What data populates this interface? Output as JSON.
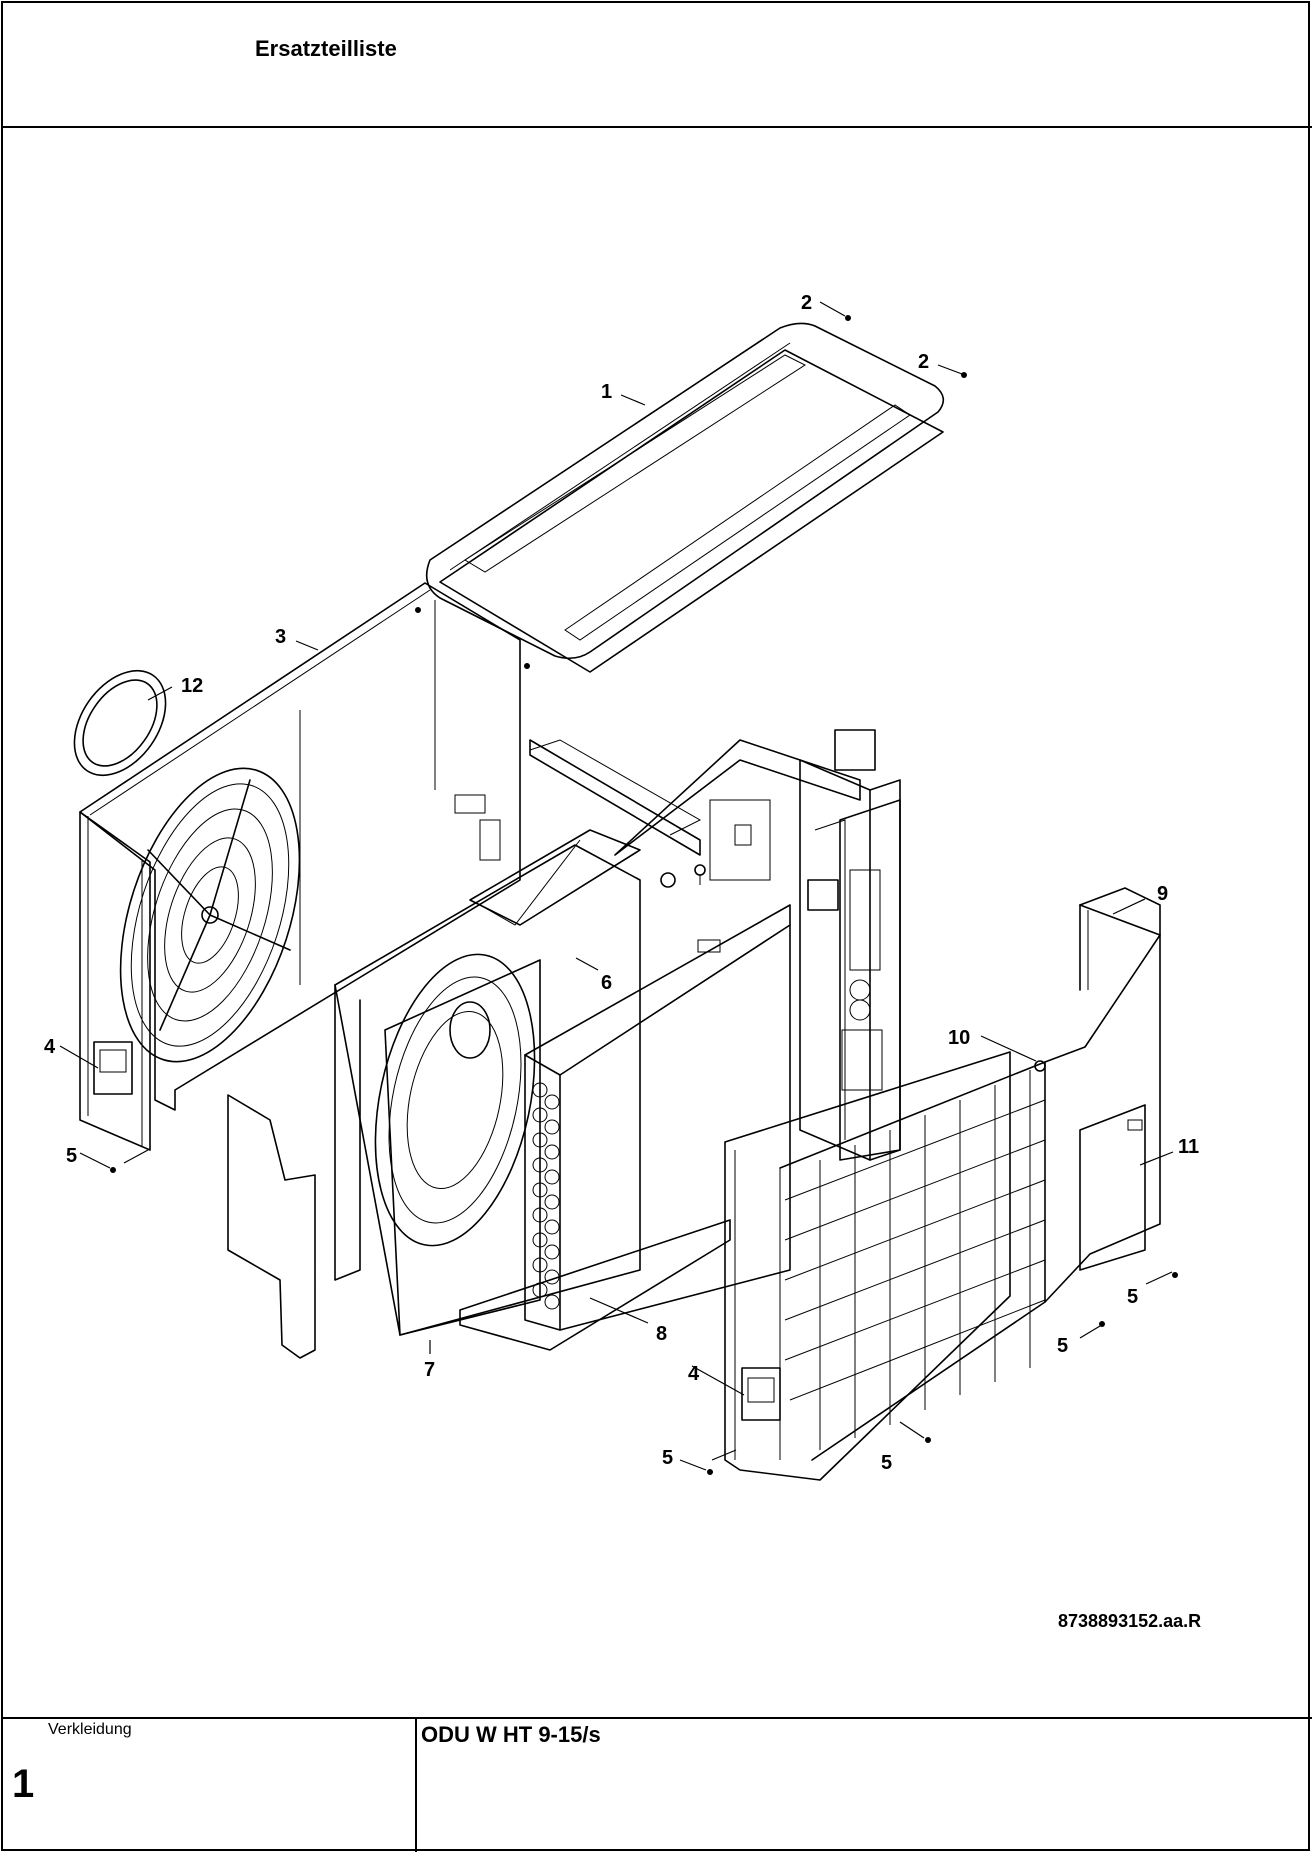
{
  "header": {
    "title": "Ersatzteilliste"
  },
  "drawing": {
    "doc_number": "8738893152.aa.R",
    "callouts": [
      "1",
      "2",
      "2",
      "3",
      "4",
      "4",
      "5",
      "5",
      "5",
      "5",
      "5",
      "6",
      "7",
      "8",
      "9",
      "10",
      "11",
      "12"
    ]
  },
  "footer": {
    "section_label": "Verkleidung",
    "section_number": "1",
    "product": "ODU W HT 9-15/s"
  }
}
